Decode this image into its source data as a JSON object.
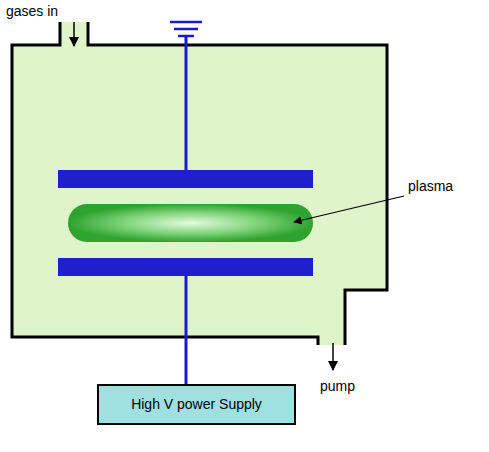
{
  "diagram": {
    "nodes": [
      {
        "text": [
          "High V power Supply"
        ]
      }
    ],
    "labels": [
      "gases in",
      "plasma",
      "pump"
    ]
  }
}
